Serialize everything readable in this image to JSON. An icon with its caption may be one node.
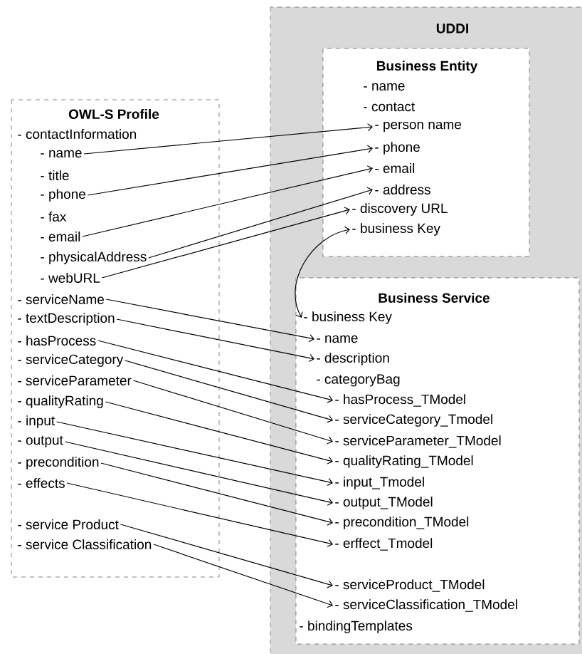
{
  "diagram": {
    "nodes": [
      {
        "text": [
          "UDDI"
        ]
      },
      {
        "text": [
          "Business Entity"
        ],
        "in": 0
      },
      {
        "text": [
          "- name"
        ],
        "in": 1
      },
      {
        "text": [
          "- contact"
        ],
        "in": 1
      },
      {
        "text": [
          "- person name"
        ],
        "in": 1
      },
      {
        "text": [
          "- phone"
        ],
        "in": 1
      },
      {
        "text": [
          "- email"
        ],
        "in": 1
      },
      {
        "text": [
          "- address"
        ],
        "in": 1
      },
      {
        "text": [
          "- discovery URL"
        ],
        "in": 1
      },
      {
        "text": [
          "- business Key"
        ],
        "in": 1
      },
      {
        "text": [
          "Business Service"
        ],
        "in": 0
      },
      {
        "text": [
          "- business Key"
        ],
        "in": 10
      },
      {
        "text": [
          "- name"
        ],
        "in": 10
      },
      {
        "text": [
          "- description"
        ],
        "in": 10
      },
      {
        "text": [
          "- categoryBag"
        ],
        "in": 10
      },
      {
        "text": [
          "- hasProcess_TModel"
        ],
        "in": 10
      },
      {
        "text": [
          "- serviceCategory_Tmodel"
        ],
        "in": 10
      },
      {
        "text": [
          "- serviceParameter_TModel"
        ],
        "in": 10
      },
      {
        "text": [
          "- qualityRating_TModel"
        ],
        "in": 10
      },
      {
        "text": [
          "- input_Tmodel"
        ],
        "in": 10
      },
      {
        "text": [
          "- output_TModel"
        ],
        "in": 10
      },
      {
        "text": [
          "- precondition_TModel"
        ],
        "in": 10
      },
      {
        "text": [
          "- erffect_Tmodel"
        ],
        "in": 10
      },
      {
        "text": [
          "- serviceProduct_TModel"
        ],
        "in": 10
      },
      {
        "text": [
          "- serviceClassification_TModel"
        ],
        "in": 10
      },
      {
        "text": [
          "- bindingTemplates"
        ],
        "in": 10
      },
      {
        "text": [
          "OWL-S Profile"
        ]
      },
      {
        "text": [
          "- contactInformation"
        ],
        "in": 26
      },
      {
        "text": [
          "- name"
        ],
        "in": 26
      },
      {
        "text": [
          "- title"
        ],
        "in": 26
      },
      {
        "text": [
          "- phone"
        ],
        "in": 26
      },
      {
        "text": [
          "- fax"
        ],
        "in": 26
      },
      {
        "text": [
          "- email"
        ],
        "in": 26
      },
      {
        "text": [
          "- physicalAddress"
        ],
        "in": 26
      },
      {
        "text": [
          "- webURL"
        ],
        "in": 26
      },
      {
        "text": [
          "- serviceName"
        ],
        "in": 26
      },
      {
        "text": [
          "- textDescription"
        ],
        "in": 26
      },
      {
        "text": [
          "- hasProcess"
        ],
        "in": 26
      },
      {
        "text": [
          "- serviceCategory"
        ],
        "in": 26
      },
      {
        "text": [
          "- serviceParameter"
        ],
        "in": 26
      },
      {
        "text": [
          "- qualityRating"
        ],
        "in": 26
      },
      {
        "text": [
          "- input"
        ],
        "in": 26
      },
      {
        "text": [
          "- output"
        ],
        "in": 26
      },
      {
        "text": [
          "- precondition"
        ],
        "in": 26
      },
      {
        "text": [
          "- effects"
        ],
        "in": 26
      },
      {
        "text": [
          "- service Product"
        ],
        "in": 26
      },
      {
        "text": [
          "- service Classification"
        ],
        "in": 26
      }
    ],
    "edges": [
      {
        "from": 28,
        "to": 4,
        "arrow": "to"
      },
      {
        "from": 30,
        "to": 5,
        "arrow": "to"
      },
      {
        "from": 32,
        "to": 6,
        "arrow": "to"
      },
      {
        "from": 33,
        "to": 7,
        "arrow": "to"
      },
      {
        "from": 34,
        "to": 8,
        "arrow": "to"
      },
      {
        "from": 9,
        "to": 11,
        "arrow": "both"
      },
      {
        "from": 35,
        "to": 12,
        "arrow": "to"
      },
      {
        "from": 36,
        "to": 13,
        "arrow": "to"
      },
      {
        "from": 37,
        "to": 15,
        "arrow": "to"
      },
      {
        "from": 38,
        "to": 16,
        "arrow": "to"
      },
      {
        "from": 39,
        "to": 17,
        "arrow": "to"
      },
      {
        "from": 40,
        "to": 18,
        "arrow": "to"
      },
      {
        "from": 41,
        "to": 19,
        "arrow": "to"
      },
      {
        "from": 42,
        "to": 20,
        "arrow": "to"
      },
      {
        "from": 43,
        "to": 21,
        "arrow": "to"
      },
      {
        "from": 44,
        "to": 22,
        "arrow": "to"
      },
      {
        "from": 45,
        "to": 23,
        "arrow": "to"
      },
      {
        "from": 46,
        "to": 24,
        "arrow": "to"
      }
    ]
  }
}
